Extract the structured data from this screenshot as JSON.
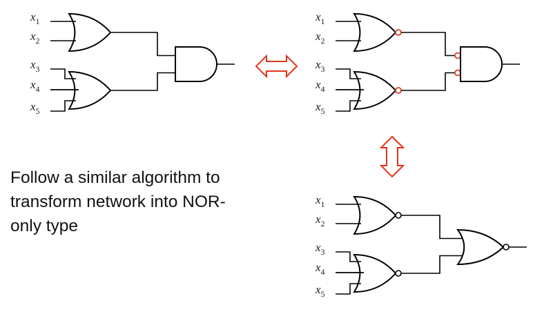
{
  "variables": [
    {
      "base": "x",
      "sub": "1"
    },
    {
      "base": "x",
      "sub": "2"
    },
    {
      "base": "x",
      "sub": "3"
    },
    {
      "base": "x",
      "sub": "4"
    },
    {
      "base": "x",
      "sub": "5"
    }
  ],
  "caption": {
    "line1": "Follow a similar algorithm to",
    "line2": "transform network into NOR-",
    "line3": "only type"
  },
  "colors": {
    "arrow": "#e0331c",
    "inversion_bubble_red": "#d9411e",
    "ink": "#000000"
  },
  "networks": [
    {
      "name": "and-of-ors",
      "first_level": "OR",
      "second_level": "AND",
      "bubbles": "none"
    },
    {
      "name": "bubbled-equivalent",
      "first_level": "OR with output bubbles",
      "second_level": "AND with input bubbles",
      "bubbles": "red"
    },
    {
      "name": "nor-only",
      "first_level": "NOR",
      "second_level": "NOR",
      "bubbles": "black"
    }
  ],
  "transforms": [
    {
      "name": "equivalence-arrow-horizontal",
      "direction": "left-right"
    },
    {
      "name": "equivalence-arrow-vertical",
      "direction": "up-down"
    }
  ]
}
